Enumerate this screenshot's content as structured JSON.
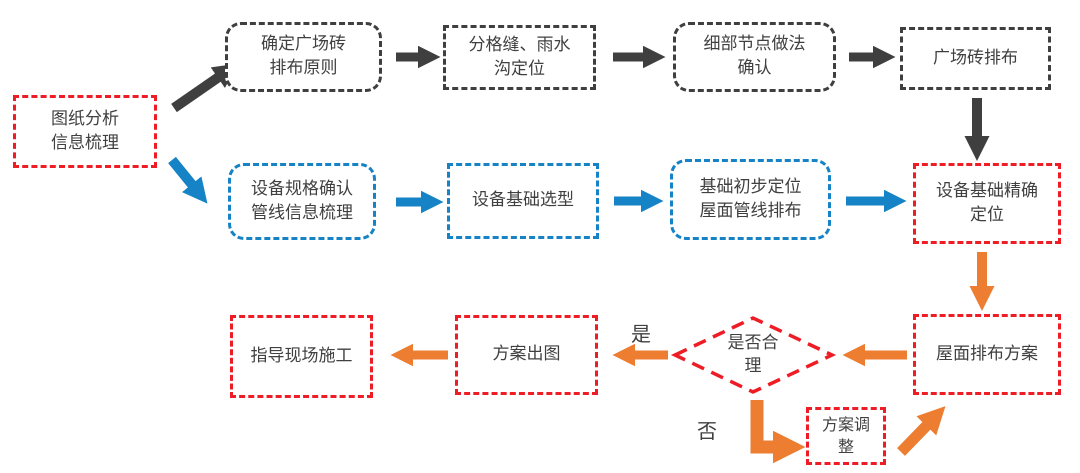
{
  "colors": {
    "red": "#ee1c25",
    "blue": "#1583c5",
    "dark": "#3f3f3f",
    "orange": "#ed7d31",
    "text": "#404040"
  },
  "nodes": {
    "source": {
      "label": "图纸分析\n信息梳理"
    },
    "top1": {
      "label": "确定广场砖\n排布原则"
    },
    "top2": {
      "label": "分格缝、雨水\n沟定位"
    },
    "top3": {
      "label": "细部节点做法\n确认"
    },
    "top4": {
      "label": "广场砖排布"
    },
    "mid1": {
      "label": "设备规格确认\n管线信息梳理"
    },
    "mid2": {
      "label": "设备基础选型"
    },
    "mid3": {
      "label": "基础初步定位\n屋面管线排布"
    },
    "mid4": {
      "label": "设备基础精确\n定位"
    },
    "roof_plan": {
      "label": "屋面排布方案"
    },
    "decision": {
      "label": "是否合\n理"
    },
    "plan_out": {
      "label": "方案出图"
    },
    "guide": {
      "label": "指导现场施工"
    },
    "adjust": {
      "label": "方案调\n整"
    }
  },
  "labels": {
    "yes": "是",
    "no": "否"
  }
}
